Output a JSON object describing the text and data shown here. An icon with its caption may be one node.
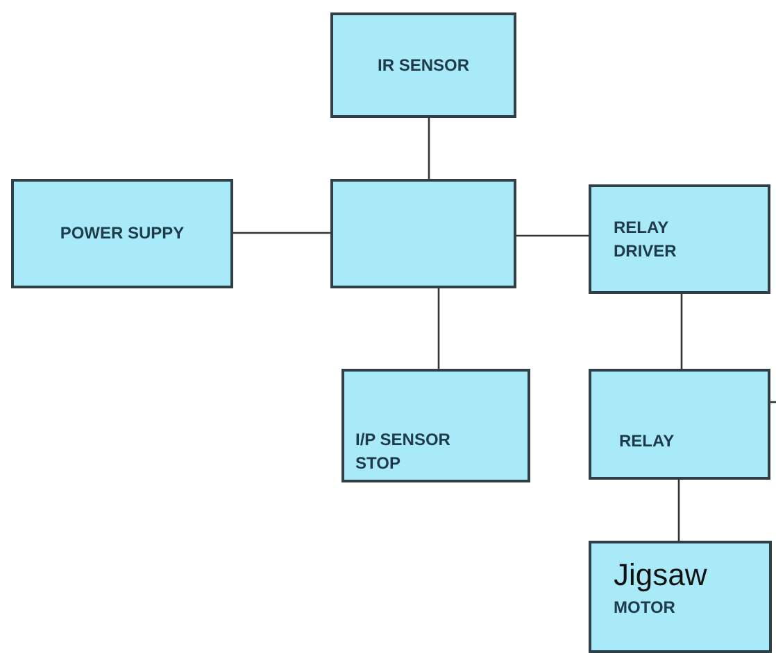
{
  "diagram": {
    "nodes": [
      {
        "text": [
          "IR SENSOR"
        ]
      },
      {
        "text": [
          "POWER SUPPY"
        ]
      },
      {
        "text": [],
        "shape": "box"
      },
      {
        "text": [
          "RELAY DRIVER"
        ]
      },
      {
        "text": [
          "I/P SENSOR STOP"
        ]
      },
      {
        "text": [
          "RELAY"
        ]
      },
      {
        "text": [
          "Jigsaw",
          "MOTOR"
        ]
      }
    ],
    "edges": [
      {
        "from": 0,
        "to": 2,
        "arrow": "none"
      },
      {
        "from": 1,
        "to": 2,
        "arrow": "none"
      },
      {
        "from": 2,
        "to": 3,
        "arrow": "none"
      },
      {
        "from": 2,
        "to": 4,
        "arrow": "none"
      },
      {
        "from": 3,
        "to": 5,
        "arrow": "none"
      },
      {
        "from": 5,
        "to": 6,
        "arrow": "none"
      },
      {
        "from": 5,
        "to": null,
        "arrow": "none"
      }
    ]
  }
}
